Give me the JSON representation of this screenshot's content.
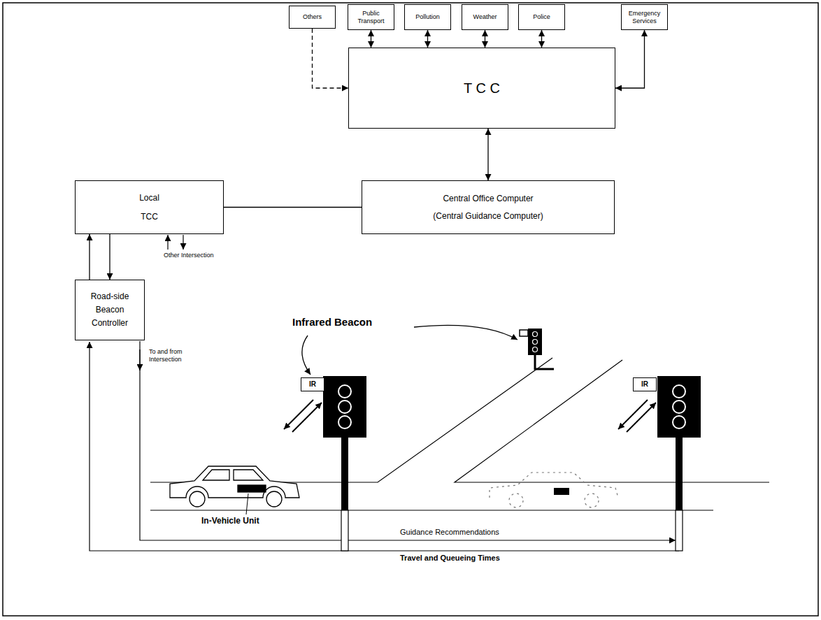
{
  "diagram": {
    "nodes": [
      {
        "text": [
          "Others"
        ]
      },
      {
        "text": [
          "Public Transport"
        ]
      },
      {
        "text": [
          "Pollution"
        ]
      },
      {
        "text": [
          "Weather"
        ]
      },
      {
        "text": [
          "Police"
        ]
      },
      {
        "text": [
          "Emergency Services"
        ]
      },
      {
        "text": [
          "T C C"
        ]
      },
      {
        "text": [
          "Central Office Computer",
          "(Central Guidance Computer)"
        ]
      },
      {
        "text": [
          "Local TCC"
        ]
      },
      {
        "text": [
          "Road-side Beacon Controller"
        ]
      },
      {
        "text": [
          "IR"
        ]
      },
      {
        "text": [
          "IR"
        ]
      }
    ],
    "edges": [
      {
        "from": 0,
        "to": 6,
        "arrow": "to"
      },
      {
        "from": 1,
        "to": 6,
        "arrow": "both"
      },
      {
        "from": 2,
        "to": 6,
        "arrow": "both"
      },
      {
        "from": 3,
        "to": 6,
        "arrow": "both"
      },
      {
        "from": 4,
        "to": 6,
        "arrow": "both"
      },
      {
        "from": 5,
        "to": 6,
        "arrow": "both"
      },
      {
        "from": 6,
        "to": 7,
        "arrow": "both"
      },
      {
        "from": 8,
        "to": 7,
        "arrow": "none"
      },
      {
        "from": 9,
        "to": 8,
        "arrow": "to"
      },
      {
        "from": 8,
        "to": 9,
        "arrow": "to"
      }
    ],
    "labels": [
      "Other Intersection",
      "To and from Intersection",
      "Infrared Beacon",
      "In-Vehicle Unit",
      "Guidance Recommendations",
      "Travel and Queueing Times"
    ]
  }
}
